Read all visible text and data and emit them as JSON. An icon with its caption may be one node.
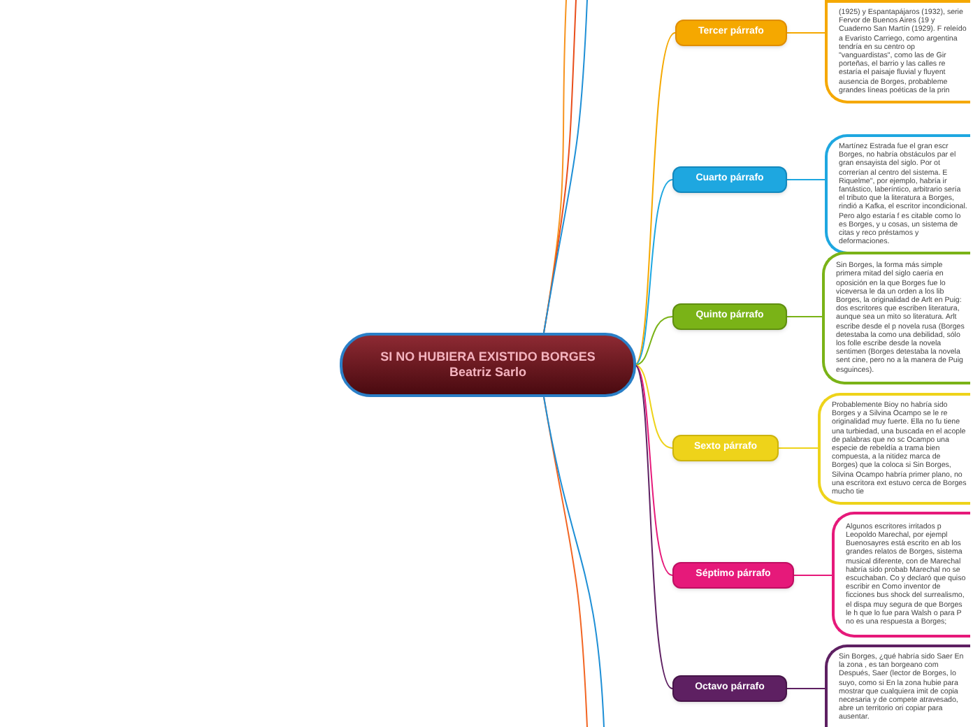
{
  "diagram": {
    "nodes": [
      {
        "text": [
          "SI NO HUBIERA EXISTIDO BORGES",
          "Beatriz Sarlo"
        ]
      },
      {
        "text": [
          "Tercer párrafo"
        ]
      },
      {
        "text": [
          "(1925) y Espantapájaros (1932), serie Fervor de Buenos Aires (19 y Cuaderno San Martín (1929). F releído a Evaristo Carriego, como argentina tendría en su centro op \"vanguardistas\", como las de Gir porteñas, el barrio y las calles re estaría el paisaje fluvial y fluyent ausencia de Borges, probableme grandes líneas poéticas de la prin"
        ]
      },
      {
        "text": [
          "Cuarto párrafo"
        ]
      },
      {
        "text": [
          "Martínez Estrada fue el gran escr Borges, no habría obstáculos par el gran ensayista del siglo. Por ot correrían al centro del sistema. E Riquelme\", por ejemplo, habría ir fantástico, laberíntico, arbitrario sería el tributo que la literatura a Borges, rindió a Kafka, el escritor incondicional. Pero algo estaría f es citable como lo es Borges, y u cosas, un sistema de citas y reco préstamos y deformaciones."
        ]
      },
      {
        "text": [
          "Quinto párrafo"
        ]
      },
      {
        "text": [
          "Sin Borges, la forma más simple primera mitad del siglo caería en oposición en la que Borges fue lo viceversa le da un orden a los lib Borges, la originalidad de Arlt en Puig: dos escritores que escriben literatura, aunque sea un mito so literatura. Arlt escribe desde el p novela rusa (Borges detestaba la como una debilidad, sólo los folle escribe desde la novela sentimen (Borges detestaba la novela sent cine, pero no a la manera de Puig esguinces)."
        ]
      },
      {
        "text": [
          "Sexto párrafo"
        ]
      },
      {
        "text": [
          "Probablemente Bioy no habría sido Borges y a Silvina Ocampo se le re originalidad muy fuerte. Ella no fu tiene una turbiedad, una buscada en el acople de palabras que no sc Ocampo una especie de rebeldía a trama bien compuesta, a la nitidez marca de Borges) que la coloca si Sin Borges, Silvina Ocampo habría primer plano, no una escritora ext estuvo cerca de Borges mucho tie"
        ]
      },
      {
        "text": [
          "Séptimo párrafo"
        ]
      },
      {
        "text": [
          "Algunos escritores irritados p Leopoldo Marechal, por ejempl Buenosayres está escrito en ab los grandes relatos de Borges, sistema musical diferente, con de Marechal habría sido probab Marechal no se escuchaban. Co y declaró que quiso escribir en Como inventor de ficciones bus shock del surrealismo, el dispa muy segura de que Borges le h que lo fue para Walsh o para P no es una respuesta a Borges;"
        ]
      },
      {
        "text": [
          "Octavo párrafo"
        ]
      },
      {
        "text": [
          "Sin Borges, ¿qué habría sido Saer En la zona , es tan borgeano com Después, Saer (lector de Borges, lo suyo, como si En la zona hubie para mostrar que cualquiera imit de copia necesaria y de compete atravesado, abre un territorio ori copiar para ausentar."
        ]
      }
    ],
    "edges": [
      {
        "from": 0,
        "to": 1,
        "arrow": "none",
        "color": "#f5a800"
      },
      {
        "from": 1,
        "to": 2,
        "arrow": "none",
        "color": "#f5a800"
      },
      {
        "from": 0,
        "to": 3,
        "arrow": "none",
        "color": "#1ea7e0"
      },
      {
        "from": 3,
        "to": 4,
        "arrow": "none",
        "color": "#1ea7e0"
      },
      {
        "from": 0,
        "to": 5,
        "arrow": "none",
        "color": "#7ab317"
      },
      {
        "from": 5,
        "to": 6,
        "arrow": "none",
        "color": "#7ab317"
      },
      {
        "from": 0,
        "to": 7,
        "arrow": "none",
        "color": "#eed31a"
      },
      {
        "from": 7,
        "to": 8,
        "arrow": "none",
        "color": "#eed31a"
      },
      {
        "from": 0,
        "to": 9,
        "arrow": "none",
        "color": "#e6197a"
      },
      {
        "from": 9,
        "to": 10,
        "arrow": "none",
        "color": "#e6197a"
      },
      {
        "from": 0,
        "to": 11,
        "arrow": "none",
        "color": "#5e2062"
      },
      {
        "from": 11,
        "to": 12,
        "arrow": "none",
        "color": "#5e2062"
      },
      {
        "from": 0,
        "to": null,
        "arrow": "none",
        "color": "#f7931e"
      },
      {
        "from": 0,
        "to": null,
        "arrow": "none",
        "color": "#e94e1b"
      },
      {
        "from": 0,
        "to": null,
        "arrow": "none",
        "color": "#1e8fd6"
      },
      {
        "from": 0,
        "to": null,
        "arrow": "none",
        "color": "#f26522"
      },
      {
        "from": 0,
        "to": null,
        "arrow": "none",
        "color": "#1e8fd6"
      }
    ]
  }
}
